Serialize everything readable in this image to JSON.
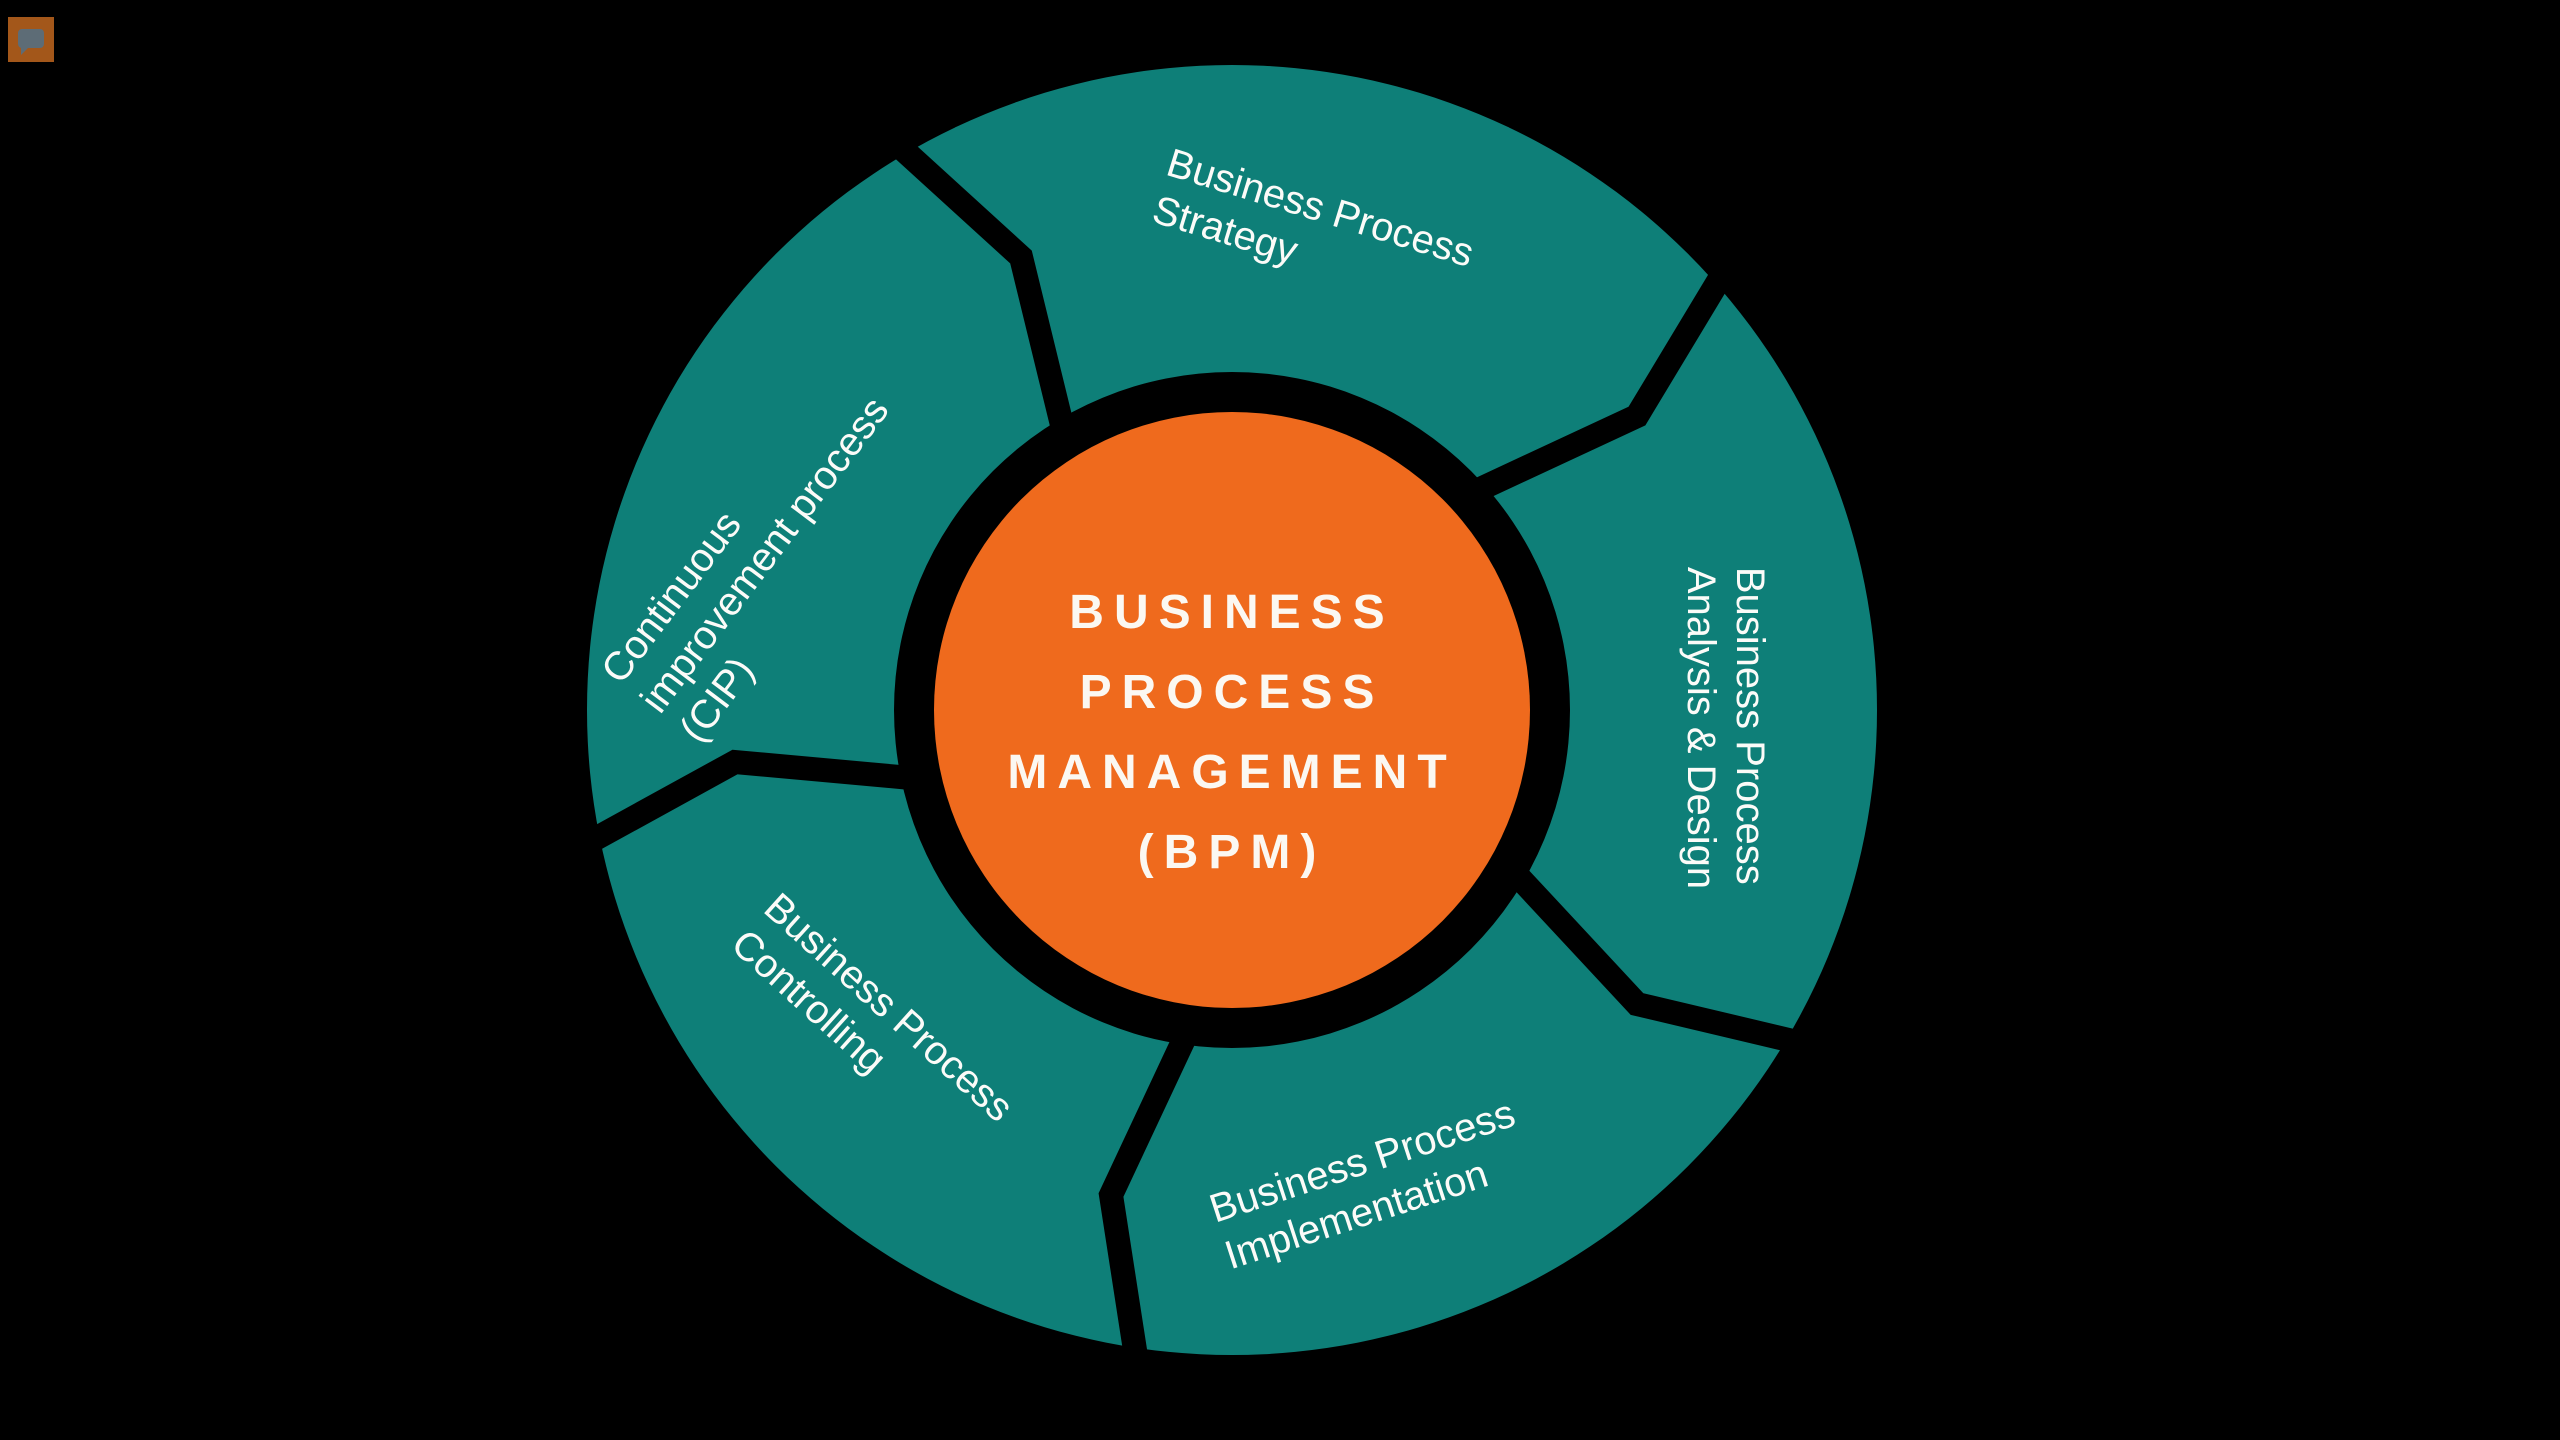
{
  "app": {
    "background_color": "#000000"
  },
  "toolbar_icon": {
    "name": "comment-bubble-icon",
    "bg_color": "#A3571A",
    "glyph_color": "#5D6C76"
  },
  "diagram": {
    "type": "cycle",
    "flow_direction": "clockwise",
    "ring_color": "#0E7F78",
    "divider_color": "#000000",
    "label_color": "#FBFBF8",
    "hub": {
      "bg_color": "#EF6A1D",
      "text_color": "#FBF8F2",
      "lines": [
        "BUSINESS",
        "PROCESS",
        "MANAGEMENT",
        "(BPM)"
      ]
    },
    "segments": [
      {
        "id": "strategy",
        "label_lines": [
          "Business Process",
          "Strategy"
        ]
      },
      {
        "id": "analysis-design",
        "label_lines": [
          "Business Process",
          "Analysis & Design"
        ]
      },
      {
        "id": "implementation",
        "label_lines": [
          "Business Process",
          "Implementation"
        ]
      },
      {
        "id": "controlling",
        "label_lines": [
          "Business Process",
          "Controlling"
        ]
      },
      {
        "id": "cip",
        "label_lines": [
          "Continuous",
          "improvement process",
          "(CIP)"
        ]
      }
    ]
  }
}
